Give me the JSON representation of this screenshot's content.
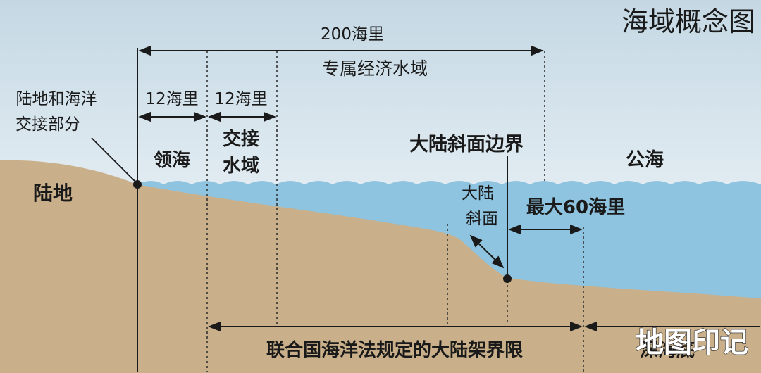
{
  "title": "海域概念图",
  "labels": {
    "distance_200": "200海里",
    "eez": "专属经济水域",
    "coast_junction_line1": "陆地和海洋",
    "coast_junction_line2": "交接部分",
    "distance_12_a": "12海里",
    "distance_12_b": "12海里",
    "territorial_sea": "领海",
    "contiguous_line1": "交接",
    "contiguous_line2": "水域",
    "slope_boundary": "大陆斜面边界",
    "high_seas": "公海",
    "land": "陆地",
    "slope_line1": "大陆",
    "slope_line2": "斜面",
    "max_60": "最大60海里",
    "shelf_limit": "联合国海洋法规定的大陆架界限",
    "deep_sea": "深海底"
  },
  "watermark": "地图印记",
  "colors": {
    "sky_top": "#c4d8e4",
    "sky_bottom": "#ffffff",
    "water": "#8fc4e0",
    "land": "#c9b08a",
    "line": "#1a1a1a"
  }
}
